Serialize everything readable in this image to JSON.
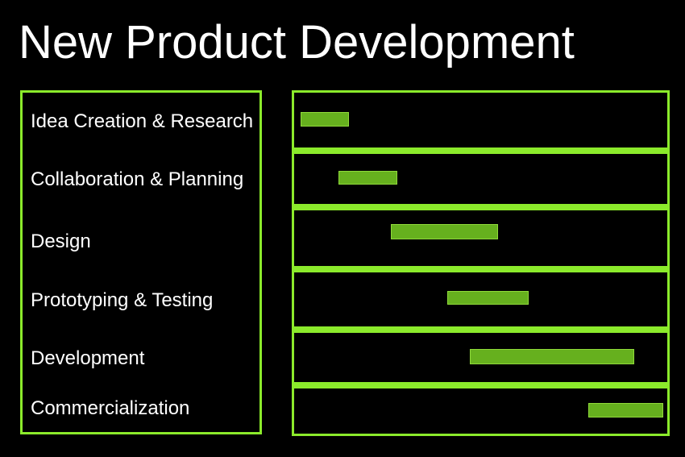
{
  "title": "New Product Development",
  "colors": {
    "background": "#000000",
    "border": "#8BEA2B",
    "bar": "#66B01E",
    "text": "#FFFFFF"
  },
  "tasks": [
    {
      "label": "Idea Creation & Research"
    },
    {
      "label": "Collaboration & Planning"
    },
    {
      "label": "Design"
    },
    {
      "label": "Prototyping & Testing"
    },
    {
      "label": "Development"
    },
    {
      "label": "Commercialization"
    }
  ],
  "chart_data": {
    "type": "bar",
    "subtype": "gantt",
    "title": "New Product Development",
    "xlabel": "",
    "ylabel": "",
    "grid": false,
    "legend": null,
    "x_unit": "relative timeline (0-100, no axis ticks shown)",
    "xlim": [
      0,
      100
    ],
    "categories": [
      "Idea Creation & Research",
      "Collaboration & Planning",
      "Design",
      "Prototyping & Testing",
      "Development",
      "Commercialization"
    ],
    "series": [
      {
        "name": "start",
        "values": [
          2,
          12,
          26,
          41,
          47,
          79
        ]
      },
      {
        "name": "end",
        "values": [
          15,
          28,
          55,
          63,
          91,
          99
        ]
      }
    ]
  }
}
